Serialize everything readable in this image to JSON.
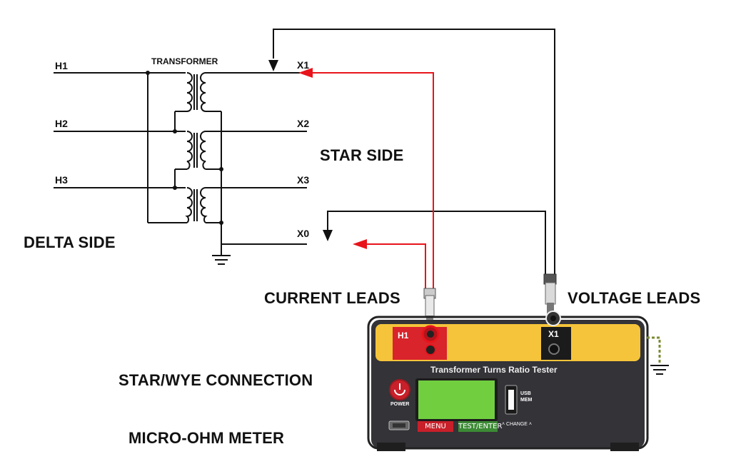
{
  "labels": {
    "h1": "H1",
    "h2": "H2",
    "h3": "H3",
    "x1": "X1",
    "x2": "X2",
    "x3": "X3",
    "x0": "X0",
    "transformer": "TRANSFORMER",
    "delta_side": "DELTA SIDE",
    "star_side": "STAR SIDE",
    "current_leads": "CURRENT LEADS",
    "voltage_leads": "VOLTAGE LEADS",
    "star_wye_connection": "STAR/WYE CONNECTION",
    "micro_ohm_meter": "MICRO-OHM METER"
  },
  "device": {
    "title": "Transformer Turns Ratio Tester",
    "h1_terminal": "H1",
    "x1_terminal": "X1",
    "power_label": "POWER",
    "usb_label_1": "USB",
    "usb_label_2": "MEM",
    "menu_button": "MENU",
    "test_enter_button": "TEST/ENTER",
    "change_label": "˄ CHANGE ˄"
  },
  "colors": {
    "current_lead": "#e8141b",
    "voltage_lead": "#111111",
    "panel_yellow": "#f5c43a",
    "panel_red": "#d9242b",
    "body_dark": "#2f2f33",
    "lcd_green": "#71cf3f",
    "menu_red": "#c8202a",
    "test_green": "#3c8a35"
  }
}
